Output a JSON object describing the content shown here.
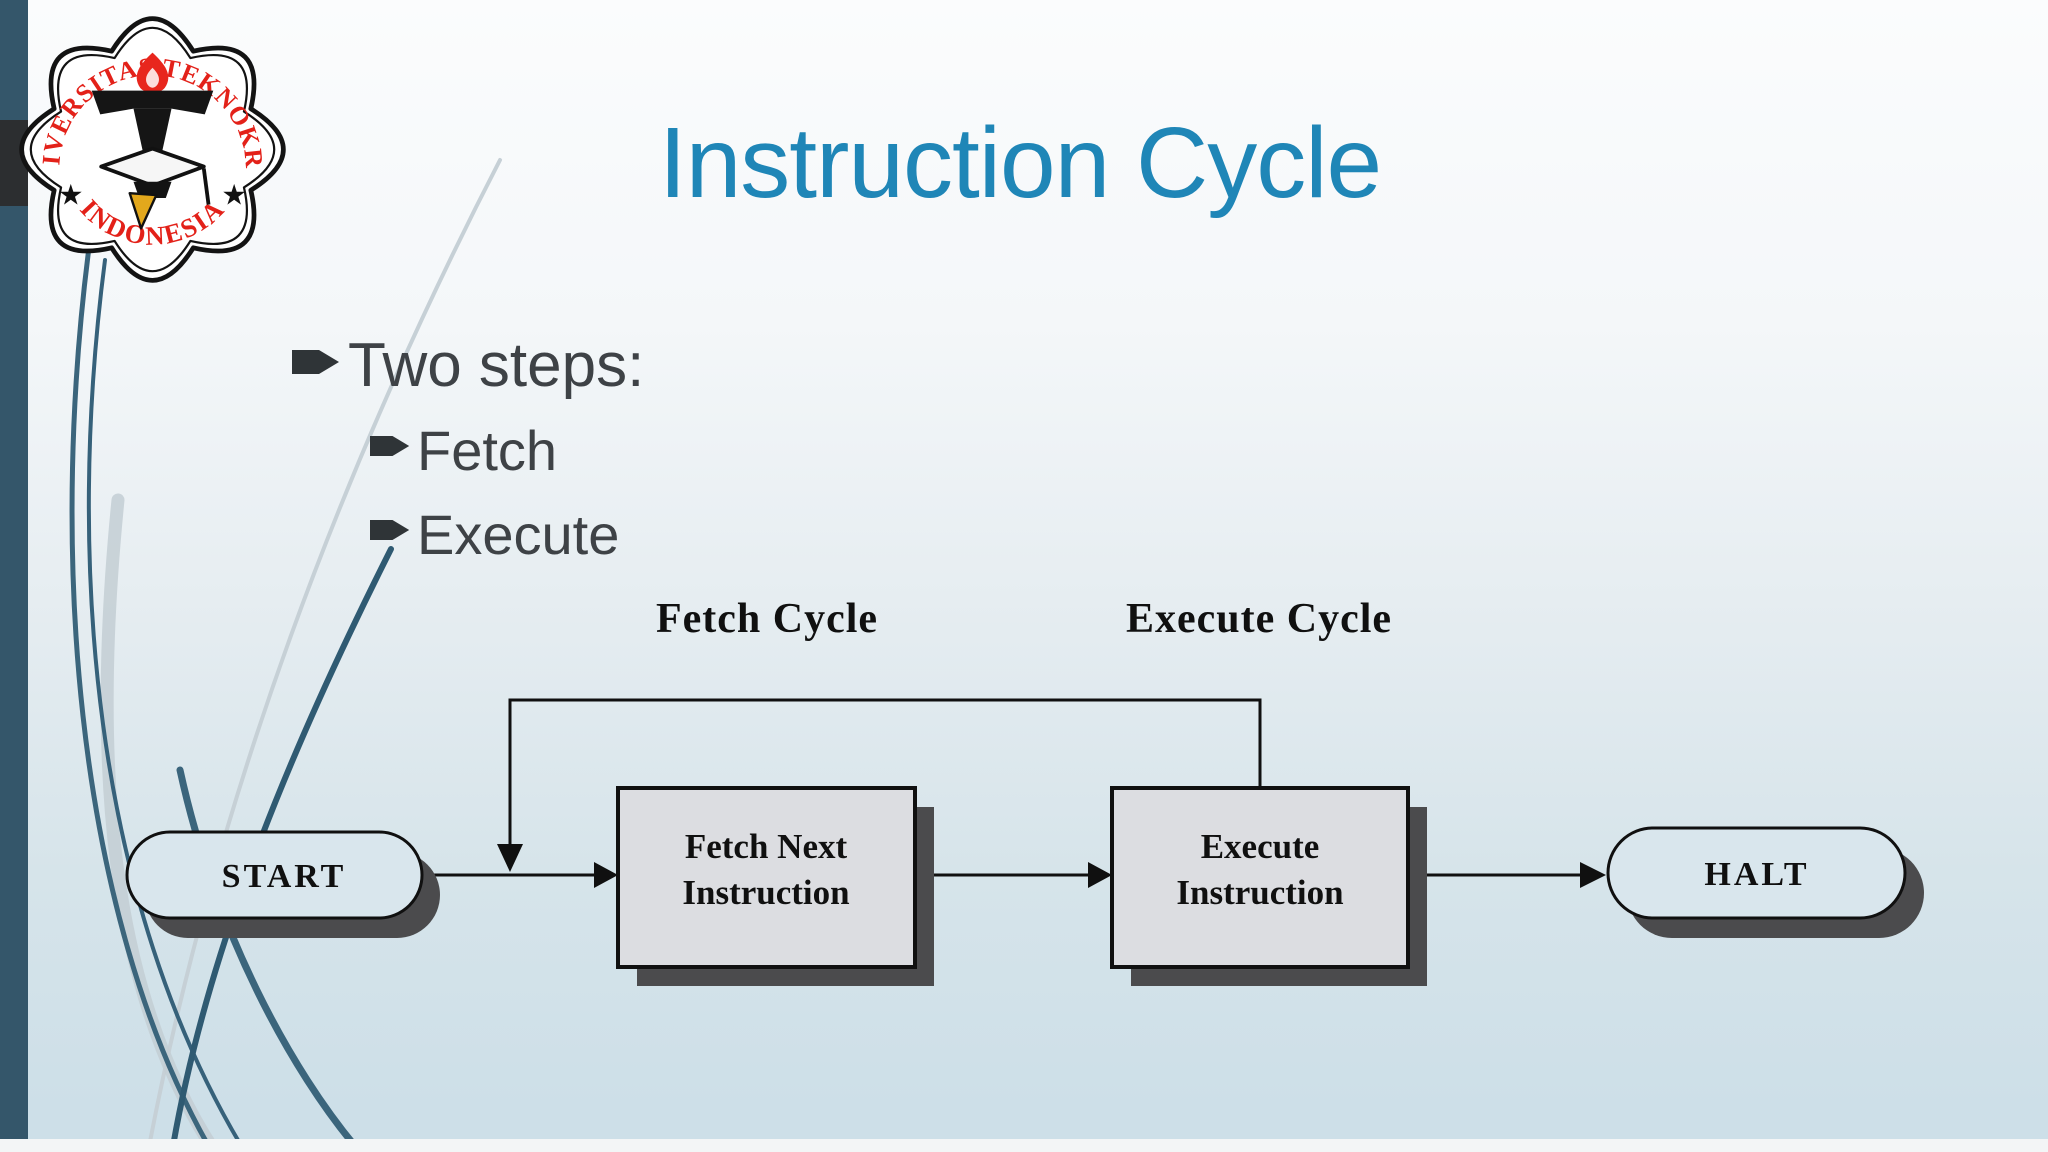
{
  "slide": {
    "title": "Instruction Cycle",
    "bullet_main": "Two steps:",
    "bullet_sub": [
      "Fetch",
      "Execute"
    ],
    "diagram": {
      "fetch_cycle_label": "Fetch Cycle",
      "execute_cycle_label": "Execute Cycle",
      "start": "START",
      "fetch_line1": "Fetch Next",
      "fetch_line2": "Instruction",
      "execute_line1": "Execute",
      "execute_line2": "Instruction",
      "halt": "HALT"
    },
    "logo": {
      "arc_top": "UNIVERSITAS TEKNOKRAT",
      "arc_bottom": "INDONESIA",
      "star": "★"
    },
    "colors": {
      "title_blue": "#1f86b7",
      "left_bar_slate": "#34566a",
      "teal_curve": "#3b657c",
      "light_curve": "#c6d0d6",
      "logo_red": "#e32119",
      "nib_gold": "#e3a81c",
      "box_fill": "#dcdde1",
      "node_fill": "#d9e6ed",
      "shadow_gray": "#4b4b4d",
      "line_black": "#101010",
      "background_bottom": "#cddfe8"
    }
  }
}
